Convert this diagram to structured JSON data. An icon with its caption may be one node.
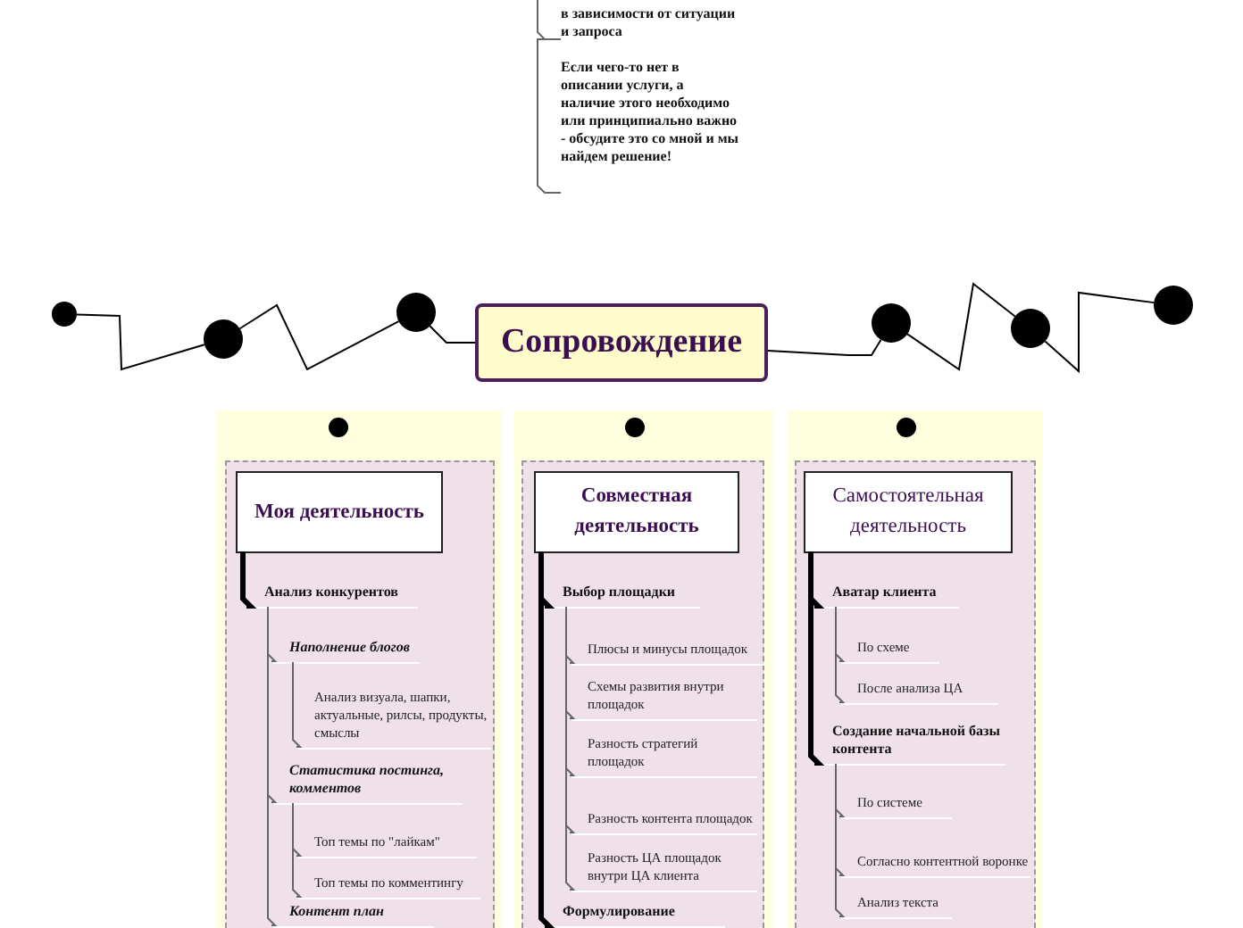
{
  "diagram": {
    "nodes": [
      {
        "text": [
          "в зависимости от ситуации и запроса"
        ]
      },
      {
        "text": [
          "Если чего-то нет в описании услуги, а наличие этого необходимо или принципиально важно - обсудите это со мной и мы найдем решение!"
        ]
      },
      {
        "text": [],
        "shape": "circle"
      },
      {
        "text": [],
        "shape": "circle"
      },
      {
        "text": [],
        "shape": "circle"
      },
      {
        "text": [
          "Сопровождение"
        ]
      },
      {
        "text": [],
        "shape": "circle"
      },
      {
        "text": [],
        "shape": "circle"
      },
      {
        "text": [],
        "shape": "circle"
      },
      {
        "text": [],
        "shape": "box"
      },
      {
        "text": [],
        "shape": "circle",
        "in": 9
      },
      {
        "text": [],
        "shape": "box",
        "in": 9
      },
      {
        "text": [
          "Моя деятельность"
        ],
        "in": 11
      },
      {
        "text": [
          "Анализ конкурентов"
        ],
        "in": 11
      },
      {
        "text": [
          "Наполнение блогов"
        ],
        "in": 11
      },
      {
        "text": [
          "Анализ визуала, шапки, актуальные, рилсы, продукты, смыслы"
        ],
        "in": 11
      },
      {
        "text": [
          "Статистика постинга, комментов"
        ],
        "in": 11
      },
      {
        "text": [
          "Топ темы по \"лайкам\""
        ],
        "in": 11
      },
      {
        "text": [
          "Топ темы по комментингу"
        ],
        "in": 11
      },
      {
        "text": [
          "Контент план"
        ],
        "in": 11
      },
      {
        "text": [],
        "shape": "box"
      },
      {
        "text": [],
        "shape": "circle",
        "in": 20
      },
      {
        "text": [],
        "shape": "box",
        "in": 20
      },
      {
        "text": [
          "Совместная деятельность"
        ],
        "in": 22
      },
      {
        "text": [
          "Выбор площадки"
        ],
        "in": 22
      },
      {
        "text": [
          "Плюсы и минусы площадок"
        ],
        "in": 22
      },
      {
        "text": [
          "Схемы развития внутри площадок"
        ],
        "in": 22
      },
      {
        "text": [
          "Разность стратегий площадок"
        ],
        "in": 22
      },
      {
        "text": [
          "Разность контента площадок"
        ],
        "in": 22
      },
      {
        "text": [
          "Разность ЦА площадок внутри ЦА клиента"
        ],
        "in": 22
      },
      {
        "text": [
          "Формулирование"
        ],
        "in": 22
      },
      {
        "text": [],
        "shape": "box"
      },
      {
        "text": [],
        "shape": "circle",
        "in": 31
      },
      {
        "text": [],
        "shape": "box",
        "in": 31
      },
      {
        "text": [
          "Самостоятельная деятельность"
        ],
        "in": 33
      },
      {
        "text": [
          "Аватар клиента"
        ],
        "in": 33
      },
      {
        "text": [
          "По схеме"
        ],
        "in": 33
      },
      {
        "text": [
          "После анализа ЦА"
        ],
        "in": 33
      },
      {
        "text": [
          "Создание начальной базы контента"
        ],
        "in": 33
      },
      {
        "text": [
          "По системе"
        ],
        "in": 33
      },
      {
        "text": [
          "Согласно контентной воронке"
        ],
        "in": 33
      },
      {
        "text": [
          "Анализ текста"
        ],
        "in": 33
      }
    ],
    "edges": [
      {
        "from": null,
        "to": 0,
        "arrow": "none"
      },
      {
        "from": 0,
        "to": 1,
        "arrow": "none"
      },
      {
        "from": 2,
        "to": 3,
        "arrow": "none",
        "color": "#000000"
      },
      {
        "from": 3,
        "to": 4,
        "arrow": "none",
        "color": "#000000"
      },
      {
        "from": 4,
        "to": 5,
        "arrow": "none",
        "color": "#000000"
      },
      {
        "from": 5,
        "to": 6,
        "arrow": "none",
        "color": "#000000"
      },
      {
        "from": 6,
        "to": 7,
        "arrow": "none",
        "color": "#000000"
      },
      {
        "from": 7,
        "to": 8,
        "arrow": "none",
        "color": "#000000"
      },
      {
        "from": 12,
        "to": 13,
        "arrow": "none",
        "style": "thick",
        "color": "#000000"
      },
      {
        "from": 13,
        "to": 14,
        "arrow": "none"
      },
      {
        "from": 14,
        "to": 15,
        "arrow": "none"
      },
      {
        "from": 13,
        "to": 16,
        "arrow": "none"
      },
      {
        "from": 16,
        "to": 17,
        "arrow": "none"
      },
      {
        "from": 16,
        "to": 18,
        "arrow": "none"
      },
      {
        "from": 13,
        "to": 19,
        "arrow": "none"
      },
      {
        "from": 23,
        "to": 24,
        "arrow": "none",
        "style": "thick",
        "color": "#000000"
      },
      {
        "from": 24,
        "to": 25,
        "arrow": "none"
      },
      {
        "from": 24,
        "to": 26,
        "arrow": "none"
      },
      {
        "from": 24,
        "to": 27,
        "arrow": "none"
      },
      {
        "from": 24,
        "to": 28,
        "arrow": "none"
      },
      {
        "from": 24,
        "to": 29,
        "arrow": "none"
      },
      {
        "from": 23,
        "to": 30,
        "arrow": "none",
        "style": "thick",
        "color": "#000000"
      },
      {
        "from": 34,
        "to": 35,
        "arrow": "none",
        "style": "thick",
        "color": "#000000"
      },
      {
        "from": 35,
        "to": 36,
        "arrow": "none"
      },
      {
        "from": 35,
        "to": 37,
        "arrow": "none"
      },
      {
        "from": 34,
        "to": 38,
        "arrow": "none",
        "style": "thick",
        "color": "#000000"
      },
      {
        "from": 38,
        "to": 39,
        "arrow": "none"
      },
      {
        "from": 38,
        "to": 40,
        "arrow": "none"
      },
      {
        "from": 38,
        "to": 41,
        "arrow": "none"
      }
    ]
  }
}
